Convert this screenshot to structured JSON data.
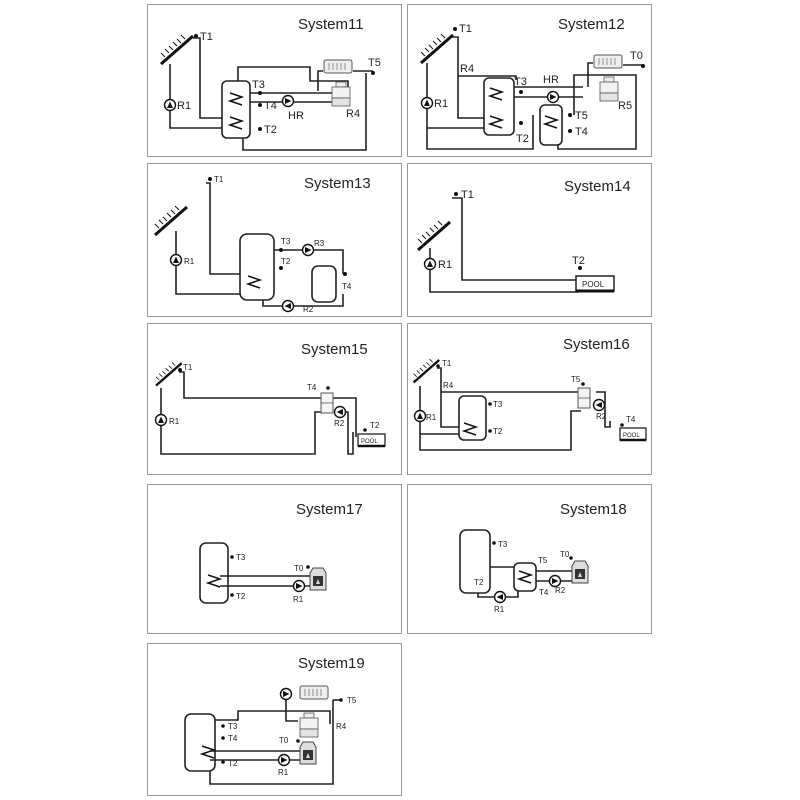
{
  "panels": [
    {
      "title": "System11",
      "labels": {
        "t1": "T1",
        "t3": "T3",
        "t4": "T4",
        "t2": "T2",
        "t5": "T5",
        "r1": "R1",
        "hr": "HR",
        "r4": "R4"
      }
    },
    {
      "title": "System12",
      "labels": {
        "t1": "T1",
        "r4": "R4",
        "t3": "T3",
        "hr": "HR",
        "t0": "T0",
        "r1": "R1",
        "t5": "T5",
        "t4": "T4",
        "t2": "T2",
        "r5": "R5"
      }
    },
    {
      "title": "System13",
      "labels": {
        "t1": "T1",
        "t3": "T3",
        "r3": "R3",
        "r1": "R1",
        "t2": "T2",
        "t4": "T4",
        "r2": "R2"
      }
    },
    {
      "title": "System14",
      "labels": {
        "t1": "T1",
        "r1": "R1",
        "t2": "T2",
        "pool": "POOL"
      }
    },
    {
      "title": "System15",
      "labels": {
        "t1": "T1",
        "t4": "T4",
        "r1": "R1",
        "r2": "R2",
        "t2": "T2",
        "pool": "POOL"
      }
    },
    {
      "title": "System16",
      "labels": {
        "t1": "T1",
        "r4": "R4",
        "t5": "T5",
        "r1": "R1",
        "t3": "T3",
        "t2": "T2",
        "r2": "R2",
        "t4": "T4",
        "pool": "POOL"
      }
    },
    {
      "title": "System17",
      "labels": {
        "t3": "T3",
        "t0": "T0",
        "t2": "T2",
        "r1": "R1"
      }
    },
    {
      "title": "System18",
      "labels": {
        "t3": "T3",
        "t5": "T5",
        "t0": "T0",
        "t2": "T2",
        "t4": "T4",
        "r2": "R2",
        "r1": "R1"
      }
    },
    {
      "title": "System19",
      "labels": {
        "t5": "T5",
        "t3": "T3",
        "r4": "R4",
        "t4": "T4",
        "t0": "T0",
        "t2": "T2",
        "r1": "R1"
      }
    }
  ]
}
